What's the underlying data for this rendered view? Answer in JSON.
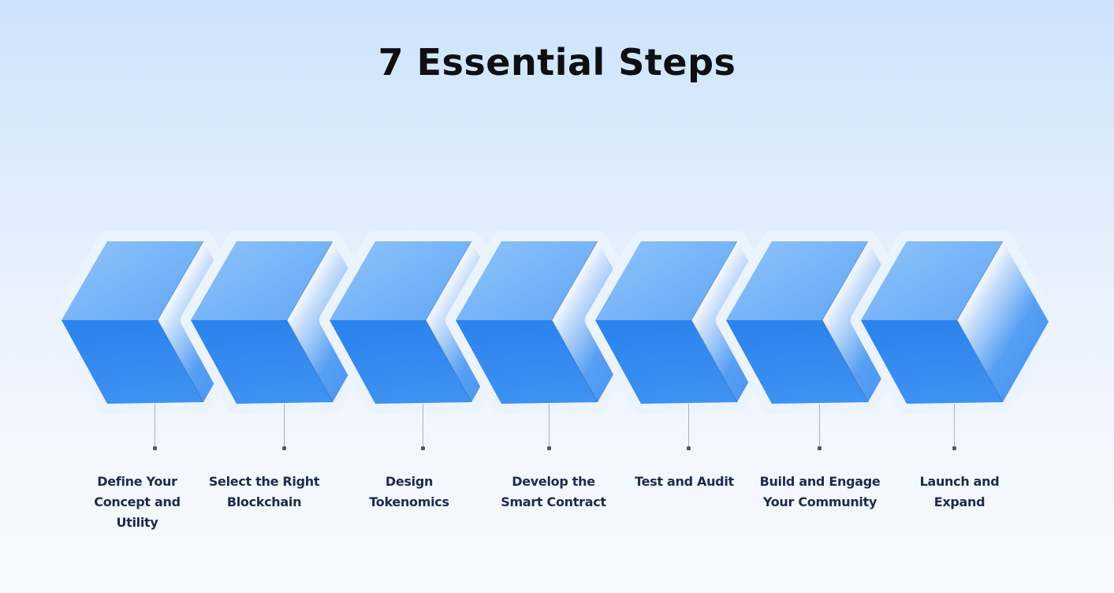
{
  "title": "7 Essential Steps",
  "steps": [
    {
      "label": "Define Your Concept and Utility",
      "lines": [
        "Define Your",
        "Concept and",
        "Utility"
      ]
    },
    {
      "label": "Select the Right Blockchain",
      "lines": [
        "Select the Right",
        "Blockchain"
      ]
    },
    {
      "label": "Design Tokenomics",
      "lines": [
        "Design",
        "Tokenomics"
      ]
    },
    {
      "label": "Develop the Smart Contract",
      "lines": [
        "Develop the",
        "Smart Contract"
      ]
    },
    {
      "label": "Test and Audit",
      "lines": [
        "Test and Audit"
      ]
    },
    {
      "label": "Build and Engage Your Community",
      "lines": [
        "Build and Engage",
        "Your Community"
      ]
    },
    {
      "label": "Launch and Expand",
      "lines": [
        "Launch and",
        "Expand"
      ]
    }
  ],
  "colors": {
    "background_top": "#CDE3FB",
    "background_bottom": "#F7FBFE",
    "title_text": "#0E0F13",
    "label_text": "#1C2B4D",
    "connector_line": "#AAB1B9",
    "connector_dot": "#53585F",
    "cube_top_face_light": "#87BFF9",
    "cube_top_face_deep": "#69ABF6",
    "cube_front_face_dark": "#2B83EE",
    "cube_front_face": "#3E92F1",
    "cube_side_face_light": "#F5F9FF",
    "cube_side_face_deep": "#4E99F3",
    "cube_halo": "#EBF3FD"
  }
}
